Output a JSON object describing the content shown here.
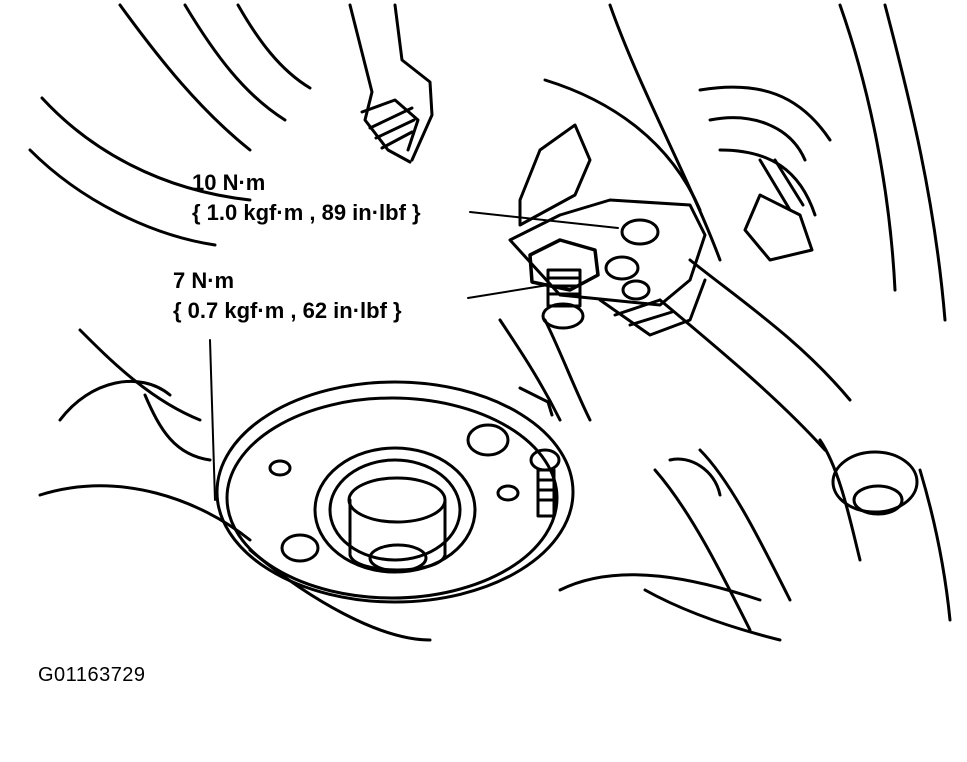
{
  "callouts": [
    {
      "torque": "10 N·m",
      "detail": "{ 1.0 kgf·m , 89 in·lbf }"
    },
    {
      "torque": "7 N·m",
      "detail": "{ 0.7 kgf·m , 62 in·lbf }"
    }
  ],
  "figure_id": "G01163729",
  "colors": {
    "line": "#000000",
    "background": "#ffffff"
  }
}
